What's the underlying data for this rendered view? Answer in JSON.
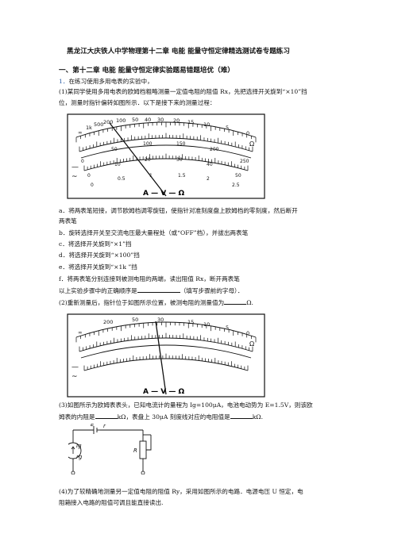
{
  "document": {
    "title": "黑龙江大庆铁人中学物理第十二章  电能  能量守恒定律精选测试卷专题练习",
    "section_heading": "一、第十二章 电能 能量守恒定律实验题易错题培优（难）",
    "question_number": "1．",
    "question_intro": "在练习使用多用电表的实验中，",
    "p1_line1": "(1)某同学使用多用电表的欧姆档粗略测量一定值电阻的阻值 Rx，先把选择开关旋到“×10”挡",
    "p1_line2": "位，测量时指针偏转如图所示．以下是接下来的测量过程：",
    "options": [
      "a．将两表笔短接，调节欧姆档调零旋钮，使指针对准刻度盘上欧姆档的零刻度，然后断开",
      "两表笔",
      "b．旋转选择开关至交流电压最大量程处（或“OFF”档），并拔出两表笔",
      "c．将选择开关旋到“×1”挡",
      "d．将选择开关旋到“×100”挡",
      "e．将选择开关旋到“×1k ”挡",
      "f．将两表笔分别连接到被测电阻的两端，读出阻值 Rx，断开两表笔",
      "以上实验步骤中的正确顺序是",
      "（填写步骤前的字母）．"
    ],
    "p2_text": "(2)重新测量后，指针位于如图所示位置，被测电阻的测量值为",
    "p2_unit": "Ω.",
    "p3_line1": "(3)如图所示为欧姆表表头，已知电流计的量程为 Ig=100μA，电池电动势为 E=1.5V，则该欧",
    "p3_line2_a": "姆表的内阻是",
    "p3_line2_b": "kΩ，表盘上 30μA 刻度线对应的电阻值是",
    "p3_line2_c": "kΩ.",
    "p4_line1": "(4)为了较精确地测量另一定值电阻的阻值 Ry，采用如图所示的电路．电源电压 U 恒定，电",
    "p4_line2": "阻箱接入电路的阻值可调且能直接读出."
  },
  "meter": {
    "ohm_scale": [
      "∞",
      "1k",
      "500",
      "200",
      "100",
      "50",
      "40",
      "30",
      "20",
      "15",
      "10",
      "5",
      "0"
    ],
    "dc_scale": [
      "0",
      "50",
      "100",
      "150",
      "200",
      "250"
    ],
    "ac_scale": [
      "0",
      "10",
      "20",
      "30",
      "40",
      "50"
    ],
    "low_scale": [
      "0",
      "0.5",
      "1",
      "1.5",
      "2",
      "2.5"
    ],
    "omega_symbol": "Ω",
    "dial_label": "A — V — Ω",
    "ac_symbol": "~",
    "dc_symbol": "—"
  },
  "circuit": {
    "emf_label": "E",
    "internal_r_label": "r",
    "galvanometer_current_label": "Ig",
    "galvanometer_resistance_label": "rg",
    "rheostat_label": "R"
  }
}
